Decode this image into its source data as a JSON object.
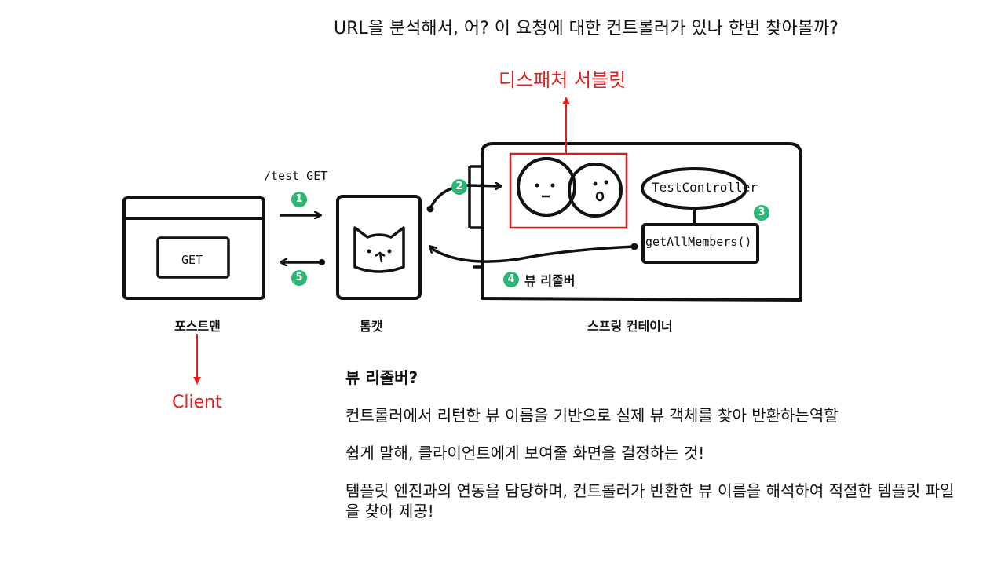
{
  "top_caption": "URL을 분석해서, 어? 이 요청에 대한 컨트롤러가 있나 한번 찾아볼까?",
  "dispatcher_label": "디스패처 서블릿",
  "client_label": "Client",
  "postman_label": "포스트맨",
  "tomcat_label": "톰캣",
  "container_label": "스프링 컨테이너",
  "request_label": "/test GET",
  "get_label": "GET",
  "controller_label": "TestController",
  "method_label": "getAllMembers()",
  "resolver_label": "뷰 리졸버",
  "steps": [
    "1",
    "2",
    "3",
    "4",
    "5"
  ],
  "explanation": {
    "title": "뷰 리졸버?",
    "line1": "컨트롤러에서 리턴한 뷰 이름을 기반으로 실제 뷰 객체를 찾아 반환하는역할",
    "line2": "쉽게 말해, 클라이언트에게  보여줄 화면을 결정하는 것!",
    "line3": "템플릿 엔진과의 연동을 담당하며, 컨트롤러가 반환한 뷰 이름을 해석하여 적절한 템플릿 파일을 찾아 제공!"
  },
  "colors": {
    "accent_red": "#e02020",
    "badge_green": "#2bb673",
    "ink": "#111111"
  }
}
